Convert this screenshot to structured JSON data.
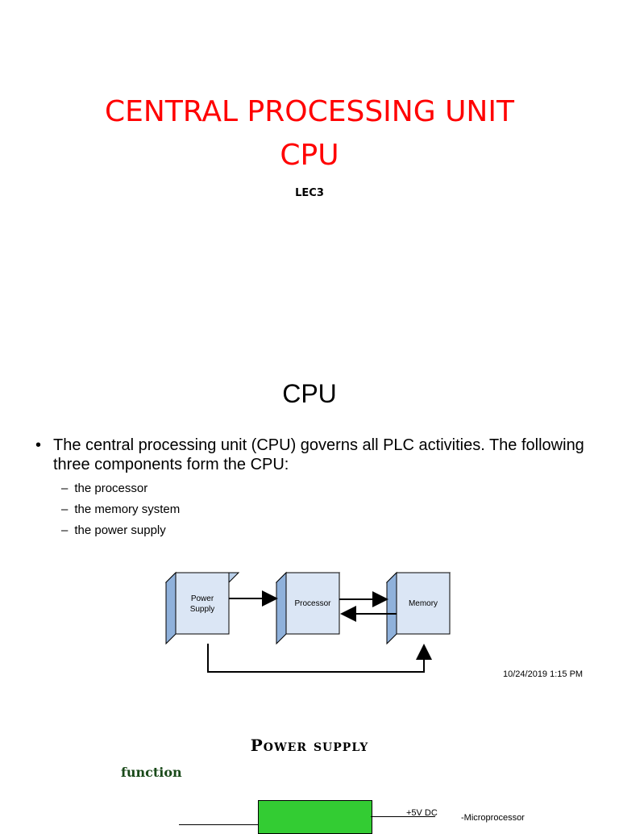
{
  "slide1": {
    "title_line1": "CENTRAL PROCESSING UNIT",
    "title_line2": "CPU",
    "subtitle": "LEC3"
  },
  "slide2": {
    "heading": "CPU",
    "bullet_marker": "•",
    "bullet": "The central processing unit (CPU) governs all PLC activities. The following three components form the CPU:",
    "subitems": [
      "the processor",
      "the memory system",
      "the power supply"
    ],
    "diagram": {
      "power_line1": "Power",
      "power_line2": "Supply",
      "processor": "Processor",
      "memory": "Memory",
      "box_face_color": "#dbe6f5",
      "box_side_color": "#8fb1db"
    },
    "timestamp": "10/24/2019 1:15 PM"
  },
  "slide3": {
    "heading": "Power supply",
    "function_label": "function",
    "voltage_label": "+5V DC",
    "target_label": "-Microprocessor",
    "block_color": "#33cc33"
  }
}
